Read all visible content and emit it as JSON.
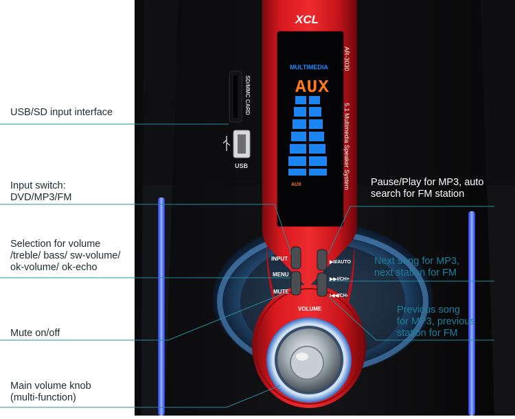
{
  "product": {
    "brand": "XCL",
    "model": "AR-3030",
    "tagline": "5.1 Multimedia Speaker System",
    "display": {
      "header": "MULTIMEDIA",
      "mode_text": "AUX",
      "source_text": "AUX"
    },
    "ports": {
      "sd_label": "SD/MMC CARD",
      "usb_label": "USB"
    },
    "buttons": {
      "input": "INPUT",
      "menu": "MENU",
      "mute": "MUTE",
      "play_auto": "▶II/AUTO",
      "next_ch": "▶▶I/CH+",
      "prev_ch": "I◀◀/CH-"
    },
    "knob_label": "VOLUME"
  },
  "callouts": {
    "usb_sd": "USB/SD input interface",
    "input_switch": "Input switch:\nDVD/MP3/FM",
    "selection": "Selection for volume\n/treble/ bass/ sw-volume/\nok-volume/ ok-echo",
    "mute": "Mute on/off",
    "main_knob": "Main volume knob\n(multi-function)",
    "pause_play": "Pause/Play for MP3, auto\nsearch for FM station",
    "next_song": "Next song for MP3,\nnext station for FM",
    "prev_song": "Previous song\nfor MP3, previous\nstation for FM"
  },
  "colors": {
    "panel_red": "#c4141a",
    "led_blue": "#1e8cff",
    "led_orange": "#ff7a1a",
    "leader_line": "#2a8a9a",
    "text_dark": "#1c2a2e",
    "text_light": "#1f7f9a"
  }
}
